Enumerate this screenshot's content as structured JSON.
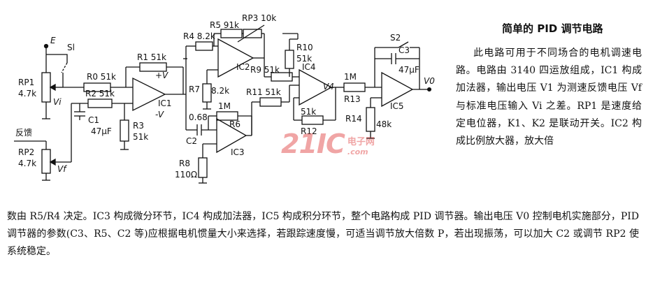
{
  "schematic": {
    "labels": {
      "E": "E",
      "S1": "Sl",
      "RP1": "RP1",
      "RP1_val": "4.7k",
      "Vi": "Vi",
      "R0": "R0 51k",
      "R1": "R1 51k",
      "R2": "R2 51k",
      "C1": "C1",
      "C1_val": "47μF",
      "R3": "R3",
      "R3_val": "51k",
      "IC1": "IC1",
      "IC1_plus": "+V",
      "IC1_minus": "-V",
      "feedback": "反馈",
      "RP2": "RP2",
      "RP2_val": "4.7k",
      "Vf": "Vf",
      "R4": "R4 8.2k",
      "R5": "R5 91k",
      "RP3": "RP3 10k",
      "IC2": "IC2",
      "R7": "R7",
      "R7_val": "8.2k",
      "C068": "0.68",
      "R1M": "1M",
      "R6": "R6",
      "C2": "C2",
      "IC3": "IC3",
      "R8": "R8",
      "R8_val": "110Ω",
      "R10": "R10",
      "R10_val": "51k",
      "R9": "R9 51k",
      "IC4": "IC4",
      "V4": "V4",
      "R11": "R11 51k",
      "R12_val": "51k",
      "R12": "R12",
      "R13_val": "1M",
      "R13": "R13",
      "R14": "R14",
      "R14_val": "48k",
      "S2": "S2",
      "C3": "C3",
      "C3_val": "47μF",
      "IC5": "IC5",
      "V0": "V0"
    }
  },
  "watermark": {
    "big": "21IC",
    "cn": "电子网",
    "domain": ".com"
  },
  "article": {
    "title": "简单的 PID 调节电路",
    "paragraph_right": "此电路可用于不同场合的电机调速电路。电路由 3140 四运放组成，IC1 构成加法器，输出电压 V1 为测速反馈电压 Vf 与标准电压输入 Vi 之差。RP1 是速度给定电位器，K1、K2 是联动开关。IC2 构成比例放大器，放大倍",
    "paragraph_bottom": "数由 R5/R4 决定。IC3 构成微分环节，IC4 构成加法器，IC5 构成积分环节，整个电路构成 PID 调节器。输出电压 V0 控制电机实施部分，PID 调节器的参数(C3、R5、C2 等)应根据电机惯量大小来选择，若跟踪速度慢，可适当调节放大倍数 P，若出现振荡，可以加大 C2 或调节 RP2 使系统稳定。"
  }
}
